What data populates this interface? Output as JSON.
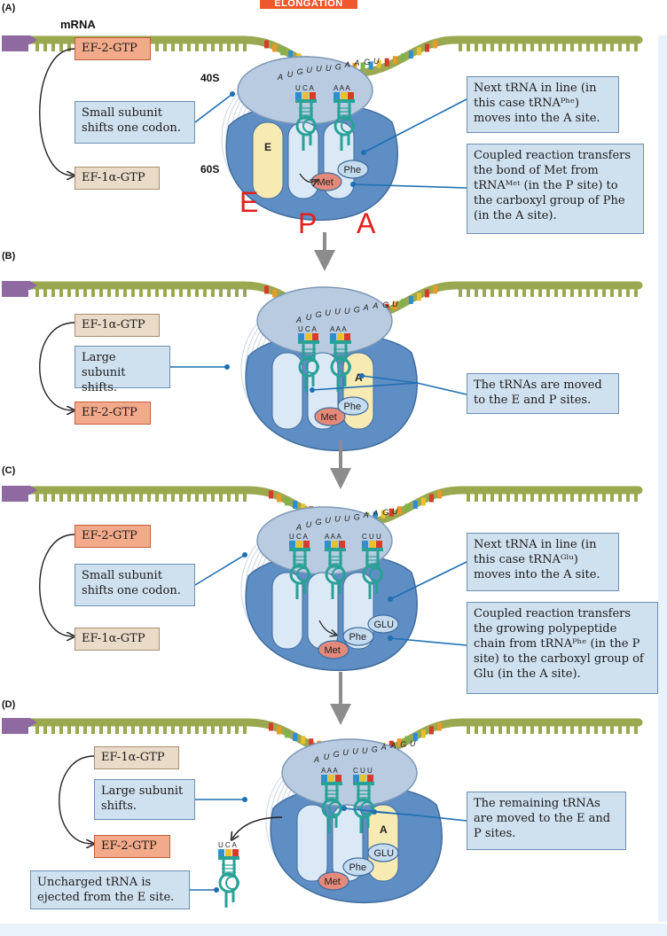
{
  "header_tag": "ELONGATION",
  "panels": [
    {
      "letter": "(A)",
      "mrna_label": "mRNA",
      "subunit_small": "40S",
      "subunit_large": "60S",
      "factor_top": "EF-2-GTP",
      "factor_bottom": "EF-1α-GTP",
      "shift_text": "Small subunit shifts one codon.",
      "site_letters": [
        "E",
        "P",
        "A"
      ],
      "ribosome_site_label": "E",
      "codons": [
        "AUG",
        "UUU",
        "GAA",
        "GU"
      ],
      "anticodons": [
        "UCA",
        "AAA"
      ],
      "aa": [
        "Met",
        "Phe"
      ],
      "note1": "Next tRNA in line (in this case tRNAᴾʰᵉ) moves into the A site.",
      "note2": "Coupled reaction transfers the bond of Met from tRNAᴹᵉᵗ (in the P site) to the carboxyl group of Phe (in the A site)."
    },
    {
      "letter": "(B)",
      "factor_top": "EF-1α-GTP",
      "factor_bottom": "EF-2-GTP",
      "shift_text": "Large subunit shifts.",
      "ribosome_site_label": "A",
      "codons": [
        "AUG",
        "UUU",
        "GAA",
        "GU"
      ],
      "anticodons": [
        "UCA",
        "AAA"
      ],
      "aa": [
        "Met",
        "Phe"
      ],
      "note1": "The tRNAs are moved to the E and P sites."
    },
    {
      "letter": "(C)",
      "factor_top": "EF-2-GTP",
      "factor_bottom": "EF-1α-GTP",
      "shift_text": "Small subunit shifts one codon.",
      "codons": [
        "AUG",
        "UUU",
        "GAA",
        "GU"
      ],
      "anticodons": [
        "UCA",
        "AAA",
        "CUU"
      ],
      "aa": [
        "Met",
        "Phe",
        "GLU"
      ],
      "note1": "Next tRNA in line (in this case tRNAᴳˡᵘ) moves into the A site.",
      "note2": "Coupled reaction transfers the growing polypeptide chain from tRNAᴾʰᵉ (in the P site) to the carboxyl group of Glu (in the A site)."
    },
    {
      "letter": "(D)",
      "factor_top": "EF-1α-GTP",
      "factor_bottom": "EF-2-GTP",
      "shift_text": "Large subunit shifts.",
      "ribosome_site_label": "A",
      "codons": [
        "AUG",
        "UUU",
        "GAA",
        "GU"
      ],
      "anticodons": [
        "AAA",
        "CUU"
      ],
      "aa": [
        "Met",
        "Phe",
        "GLU"
      ],
      "ejected_anticodon": "UCA",
      "ejected_text": "Uncharged tRNA is ejected from the E site.",
      "note1": "The remaining tRNAs are moved to the E and P sites."
    }
  ],
  "colors": {
    "mrna": "#9aa850",
    "mrna_cap": "#8e6aa0",
    "ribosome_small": "#b8cbe0",
    "ribosome_large": "#5f8ec4",
    "site_pale": "#f7eab3",
    "trna": "#2aa197",
    "met": "#e58a7a",
    "aa_bubble": "#c5dbef",
    "site_red": "#e3201b",
    "box_fill": "#cfe0ef",
    "box_line": "#1e6fb3"
  }
}
